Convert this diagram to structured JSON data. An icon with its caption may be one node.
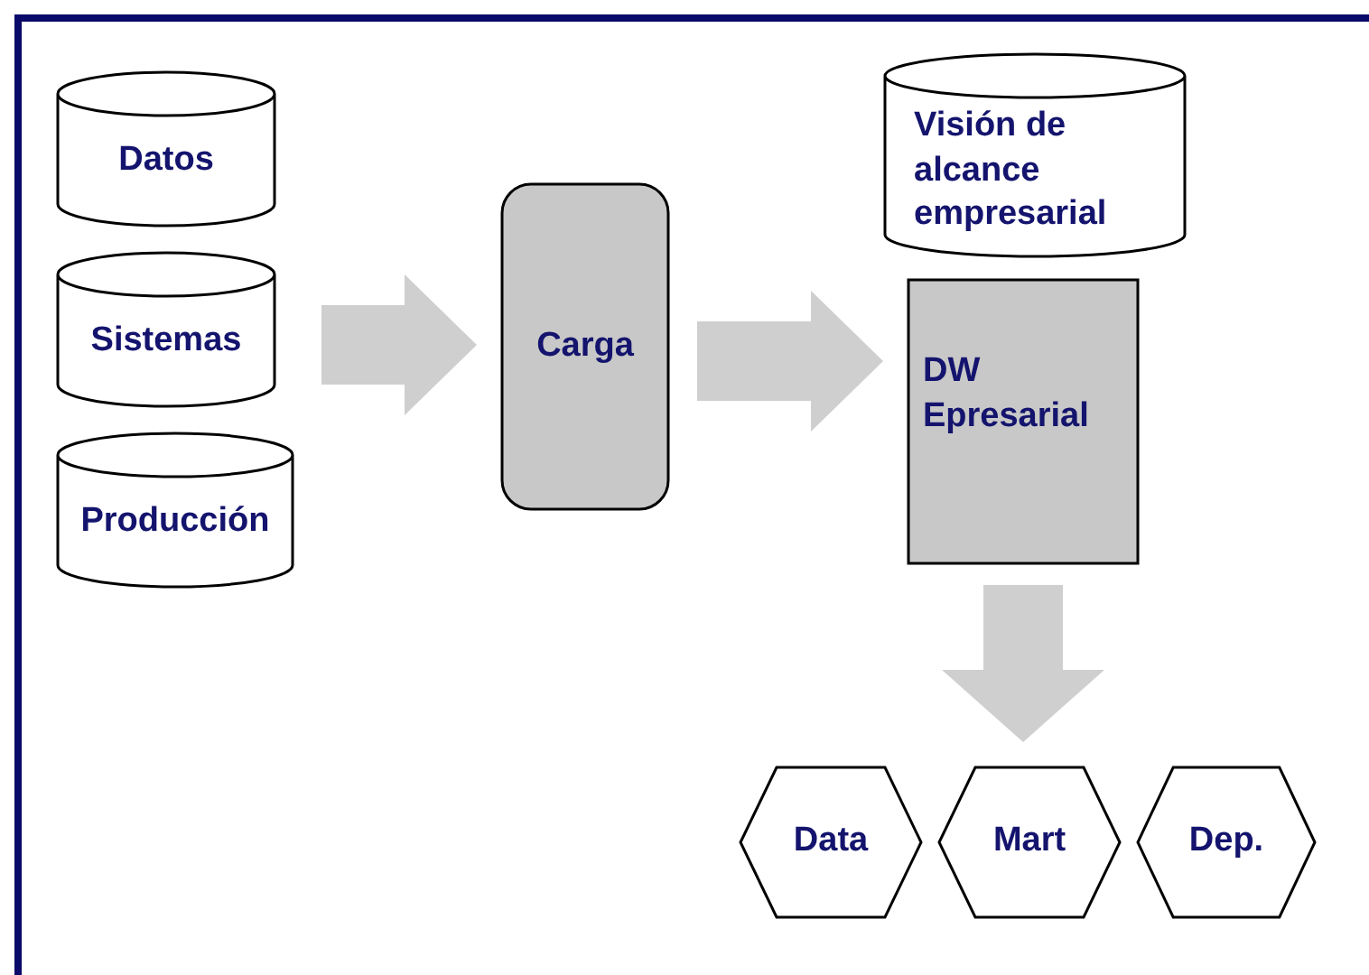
{
  "diagram": {
    "nodes": [
      {
        "text": [
          "Datos"
        ]
      },
      {
        "text": [
          "Sistemas"
        ]
      },
      {
        "text": [
          "Producción"
        ]
      },
      {
        "text": [
          "Carga"
        ]
      },
      {
        "text": [
          "Visión de alcance empresarial"
        ]
      },
      {
        "text": [
          "DW Epresarial"
        ]
      },
      {
        "text": [
          "Data"
        ]
      },
      {
        "text": [
          "Mart"
        ]
      },
      {
        "text": [
          "Dep."
        ]
      }
    ],
    "edges": [
      {
        "from": 0,
        "to": 3,
        "arrow": "to"
      },
      {
        "from": 1,
        "to": 3,
        "arrow": "to"
      },
      {
        "from": 2,
        "to": 3,
        "arrow": "to"
      },
      {
        "from": 3,
        "to": 5,
        "arrow": "to"
      },
      {
        "from": 5,
        "to": 6,
        "arrow": "to"
      },
      {
        "from": 5,
        "to": 7,
        "arrow": "to"
      },
      {
        "from": 5,
        "to": 8,
        "arrow": "to"
      }
    ]
  }
}
